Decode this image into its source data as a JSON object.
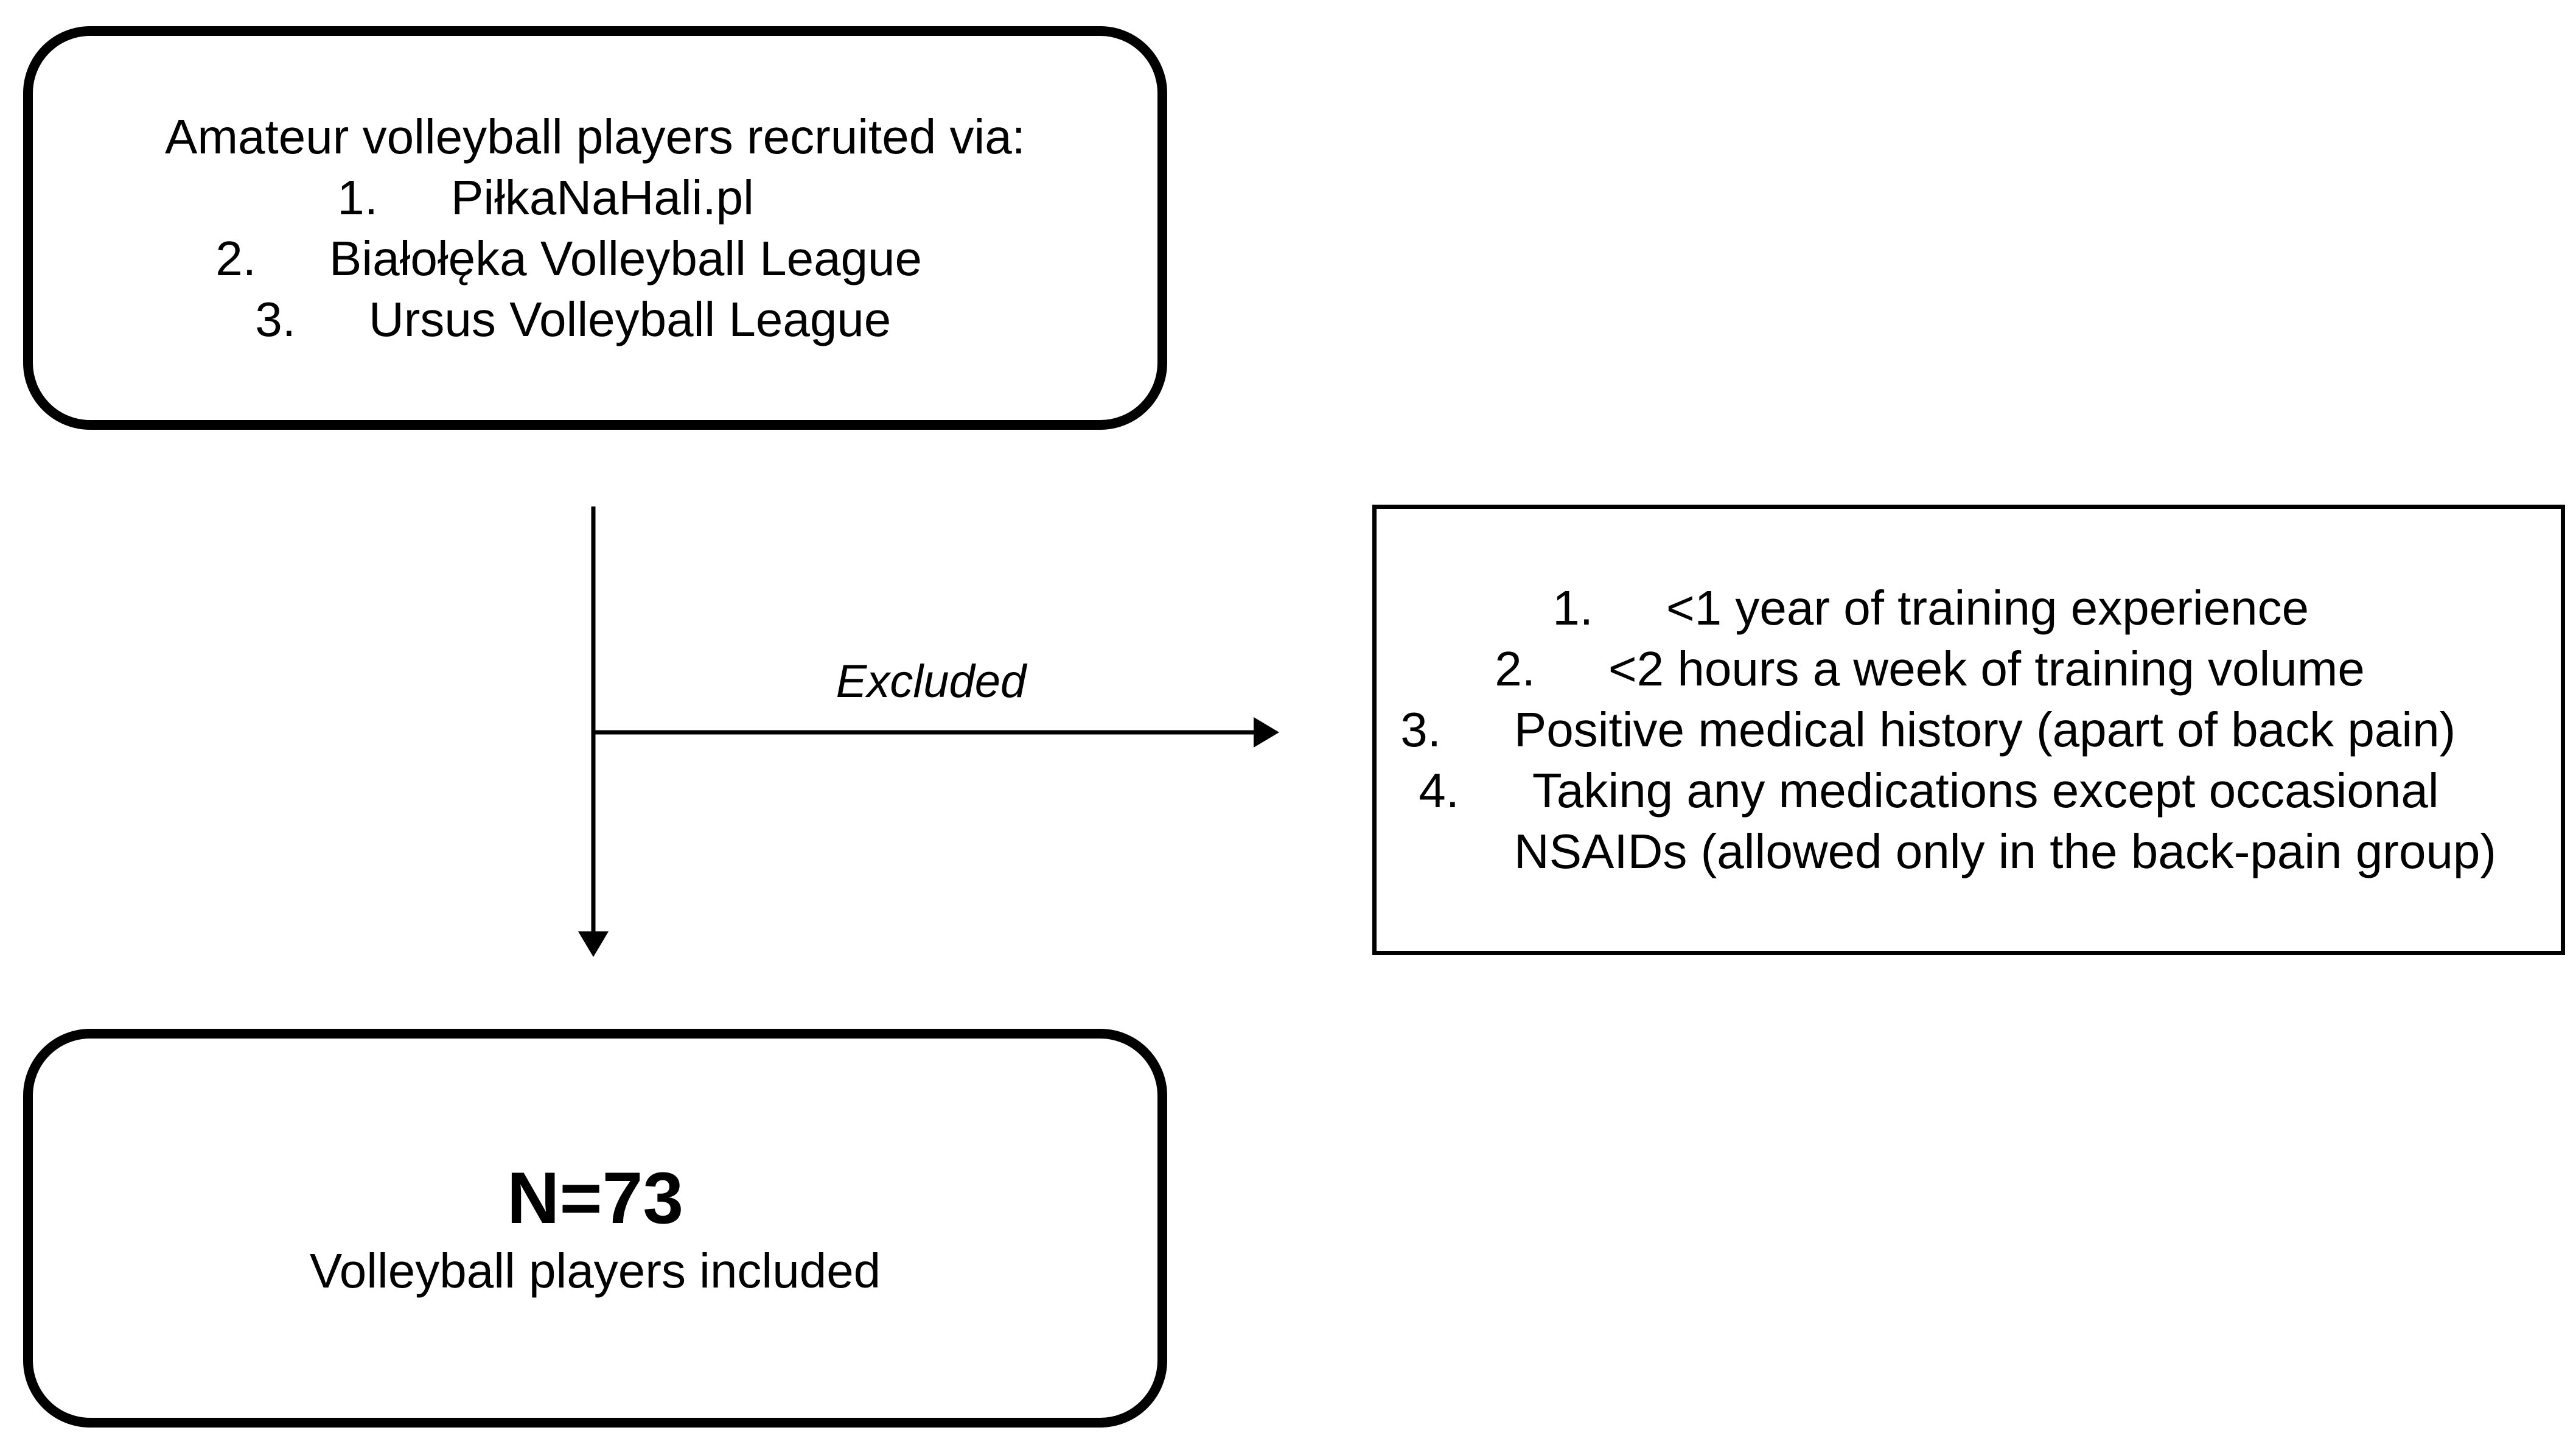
{
  "recruitment": {
    "heading": "Amateur volleyball players recruited via:",
    "sources": [
      {
        "marker": "1.",
        "label": "PiłkaNaHali.pl"
      },
      {
        "marker": "2.",
        "label": "Białołęka Volleyball League"
      },
      {
        "marker": "3.",
        "label": "Ursus Volleyball League"
      }
    ]
  },
  "exclusion": {
    "arrow_label": "Excluded",
    "criteria": [
      {
        "marker": "1.",
        "label": "<1 year of training experience"
      },
      {
        "marker": "2.",
        "label": "<2 hours a week of training volume"
      },
      {
        "marker": "3.",
        "label": "Positive medical history (apart of back pain)"
      },
      {
        "marker": "4.",
        "label": "Taking any medications except occasional"
      },
      {
        "marker": "",
        "label": "NSAIDs (allowed only in the back-pain group)"
      }
    ]
  },
  "included": {
    "count": "N=73",
    "caption": "Volleyball players included"
  }
}
